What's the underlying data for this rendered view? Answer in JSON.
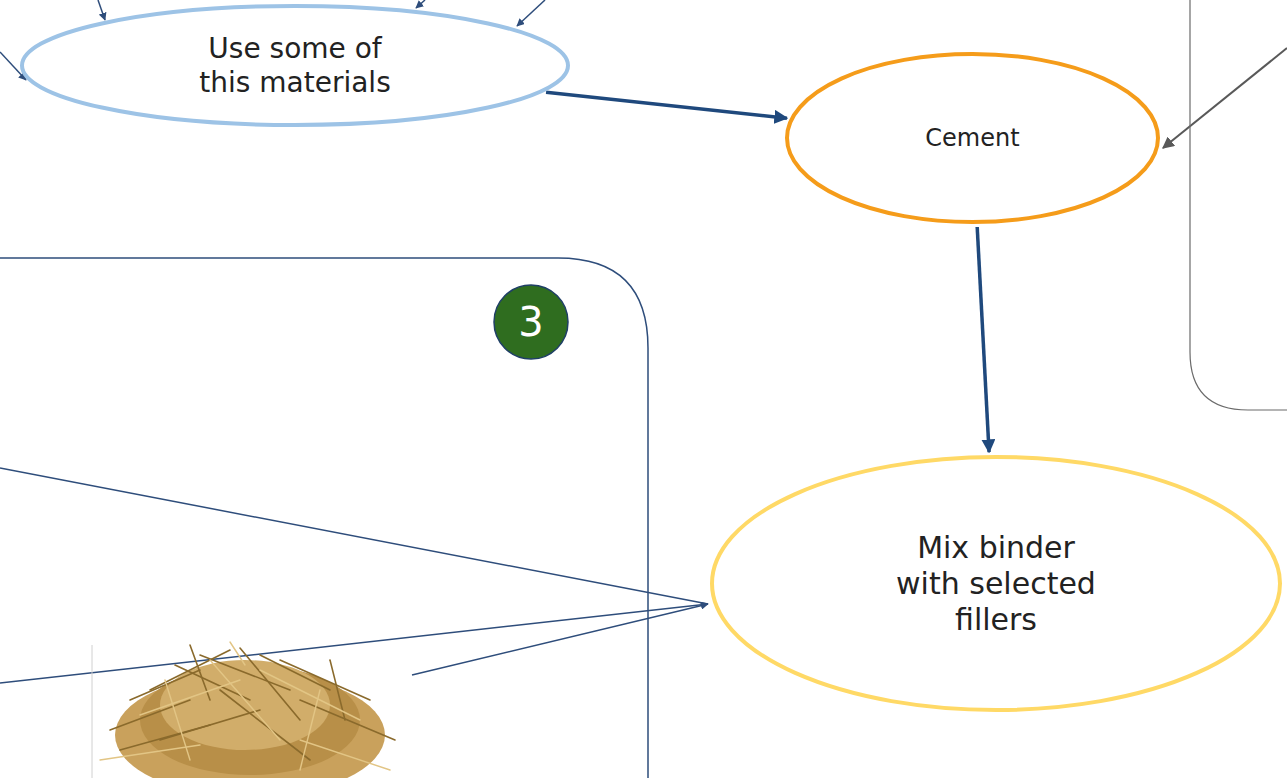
{
  "diagram": {
    "nodes": [
      {
        "text": [
          "Use some of this materials"
        ]
      },
      {
        "text": [
          "Cement"
        ]
      },
      {
        "text": [
          "Mix binder with selected fillers"
        ]
      }
    ],
    "edges": [
      {
        "from": 0,
        "to": 1,
        "arrow": "to"
      },
      {
        "from": 1,
        "to": 2,
        "arrow": "to"
      }
    ],
    "labels": [
      "3"
    ]
  }
}
